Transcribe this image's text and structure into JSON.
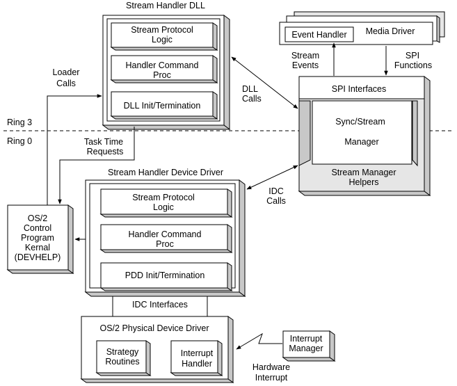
{
  "rings": {
    "upper": "Ring 3",
    "lower": "Ring 0"
  },
  "stream_handler_dll": {
    "title": "Stream Handler DLL",
    "modules": [
      {
        "line1": "Stream  Protocol",
        "line2": "Logic"
      },
      {
        "line1": "Handler  Command",
        "line2": "Proc"
      },
      {
        "line1": "DLL  Init/Termination",
        "line2": ""
      }
    ]
  },
  "media_driver": {
    "title": "Media  Driver",
    "event_handler": "Event  Handler"
  },
  "spi": {
    "title": "SPI  Interfaces",
    "sync_line1": "Sync/Stream",
    "sync_line2": "Manager",
    "helpers_line1": "Stream  Manager",
    "helpers_line2": "Helpers"
  },
  "device_driver": {
    "title": "Stream Handler Device Driver",
    "modules": [
      {
        "line1": "Stream  Protocol",
        "line2": "Logic"
      },
      {
        "line1": "Handler  Command",
        "line2": "Proc"
      },
      {
        "line1": "PDD  Init/Termination",
        "line2": ""
      }
    ]
  },
  "kernel": {
    "lines": [
      "OS/2",
      "Control",
      "Program",
      "Kernal",
      "(DEVHELP)"
    ]
  },
  "physical_driver": {
    "title": "OS/2  Physical  Device  Driver",
    "strategy_line1": "Strategy",
    "strategy_line2": "Routines",
    "interrupt_line1": "Interrupt",
    "interrupt_line2": "Handler"
  },
  "interrupt_manager": {
    "line1": "Interrupt",
    "line2": "Manager"
  },
  "labels": {
    "loader_line1": "Loader",
    "loader_line2": "Calls",
    "stream_events_line1": "Stream",
    "stream_events_line2": "Events",
    "spi_functions_line1": "SPI",
    "spi_functions_line2": "Functions",
    "dll_calls_line1": "DLL",
    "dll_calls_line2": "Calls",
    "task_time_line1": "Task  Time",
    "task_time_line2": "Requests",
    "idc_calls_line1": "IDC",
    "idc_calls_line2": "Calls",
    "idc_interfaces": "IDC  Interfaces",
    "hw_interrupt_line1": "Hardware",
    "hw_interrupt_line2": "Interrupt"
  }
}
